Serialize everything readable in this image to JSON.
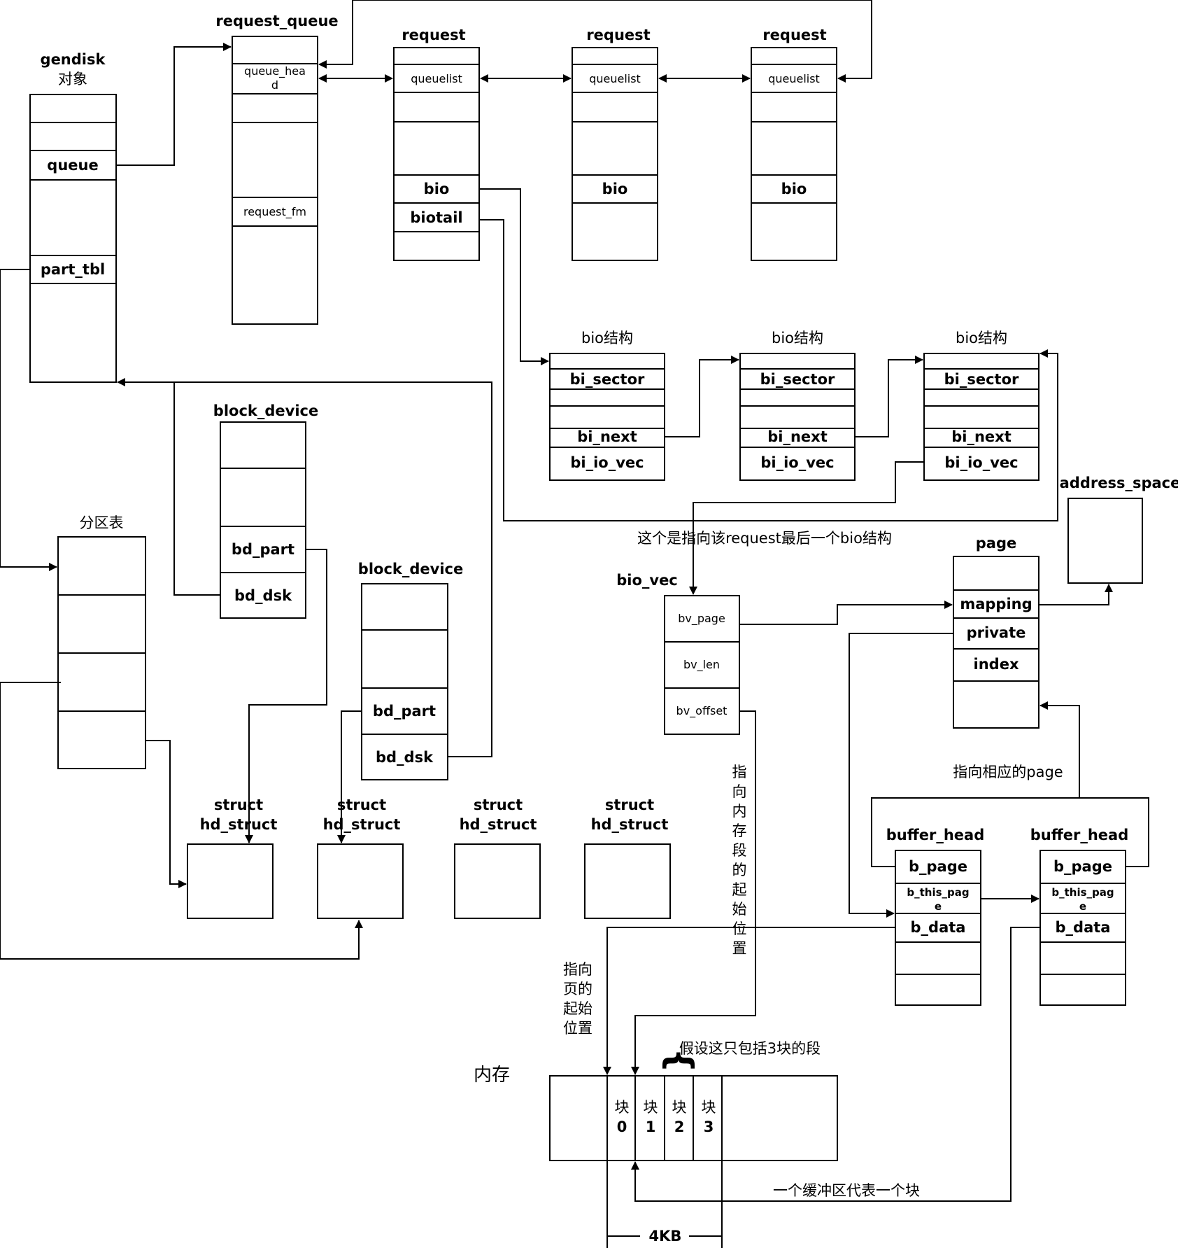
{
  "diagram": {
    "gendisk": {
      "title": "gendisk",
      "subtitle": "对象",
      "fields": [
        "queue",
        "part_tbl"
      ]
    },
    "request_queue": {
      "title": "request_queue",
      "fields": [
        "queue_hea",
        "d",
        "request_fm"
      ]
    },
    "requests": [
      {
        "title": "request",
        "fields": [
          "queuelist",
          "bio",
          "biotail"
        ]
      },
      {
        "title": "request",
        "fields": [
          "queuelist",
          "bio"
        ]
      },
      {
        "title": "request",
        "fields": [
          "queuelist",
          "bio"
        ]
      }
    ],
    "bios": [
      {
        "title": "bio结构",
        "fields": [
          "bi_sector",
          "bi_next",
          "bi_io_vec"
        ]
      },
      {
        "title": "bio结构",
        "fields": [
          "bi_sector",
          "bi_next",
          "bi_io_vec"
        ]
      },
      {
        "title": "bio结构",
        "fields": [
          "bi_sector",
          "bi_next",
          "bi_io_vec"
        ]
      }
    ],
    "block_devices": [
      {
        "title": "block_device",
        "fields": [
          "bd_part",
          "bd_dsk"
        ]
      },
      {
        "title": "block_device",
        "fields": [
          "bd_part",
          "bd_dsk"
        ]
      }
    ],
    "partition_table": {
      "title": "分区表"
    },
    "hd_structs": [
      {
        "line1": "struct",
        "line2": "hd_struct"
      },
      {
        "line1": "struct",
        "line2": "hd_struct"
      },
      {
        "line1": "struct",
        "line2": "hd_struct"
      },
      {
        "line1": "struct",
        "line2": "hd_struct"
      }
    ],
    "bio_vec": {
      "title": "bio_vec",
      "fields": [
        "bv_page",
        "bv_len",
        "bv_offset"
      ]
    },
    "page": {
      "title": "page",
      "fields": [
        "mapping",
        "private",
        "index"
      ]
    },
    "address_space": {
      "title": "address_space"
    },
    "buffer_heads": [
      {
        "title": "buffer_head",
        "fields": [
          "b_page",
          "b_this_pag",
          "e",
          "b_data"
        ]
      },
      {
        "title": "buffer_head",
        "fields": [
          "b_page",
          "b_this_pag",
          "e",
          "b_data"
        ]
      }
    ],
    "memory": {
      "title": "内存",
      "blocks": [
        {
          "top": "块",
          "num": "0"
        },
        {
          "top": "块",
          "num": "1"
        },
        {
          "top": "块",
          "num": "2"
        },
        {
          "top": "块",
          "num": "3"
        }
      ],
      "size_label": "4KB",
      "brace": "{"
    },
    "annotations": {
      "biotail_note": "这个是指向该request最后一个bio结构",
      "bv_offset_note": [
        "指",
        "向",
        "内",
        "存",
        "段",
        "的",
        "起",
        "始",
        "位",
        "置"
      ],
      "page_start_note": [
        "指向",
        "页的",
        "起始",
        "位置"
      ],
      "segment_note": "假设这只包括3块的段",
      "page_note": "指向相应的page",
      "buffer_note": "一个缓冲区代表一个块"
    }
  }
}
